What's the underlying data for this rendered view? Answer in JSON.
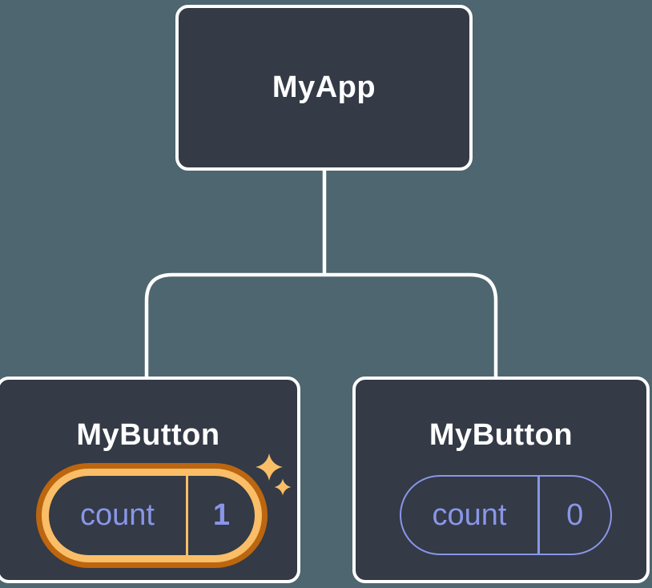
{
  "tree": {
    "root": {
      "label": "MyApp"
    },
    "children": [
      {
        "label": "MyButton",
        "state": {
          "name": "count",
          "value": "1"
        },
        "highlighted": true
      },
      {
        "label": "MyButton",
        "state": {
          "name": "count",
          "value": "0"
        },
        "highlighted": false
      }
    ]
  },
  "icons": {
    "sparkles": "sparkles-icon"
  },
  "colors": {
    "background": "#4D6670",
    "node_fill": "#343A46",
    "node_border": "#FFFFFF",
    "title_text": "#FFFFFF",
    "connector": "#FFFFFF",
    "state_purple": "#8996E8",
    "highlight_ring_inner": "#F9BE67",
    "highlight_ring_outer": "#BC660F"
  }
}
